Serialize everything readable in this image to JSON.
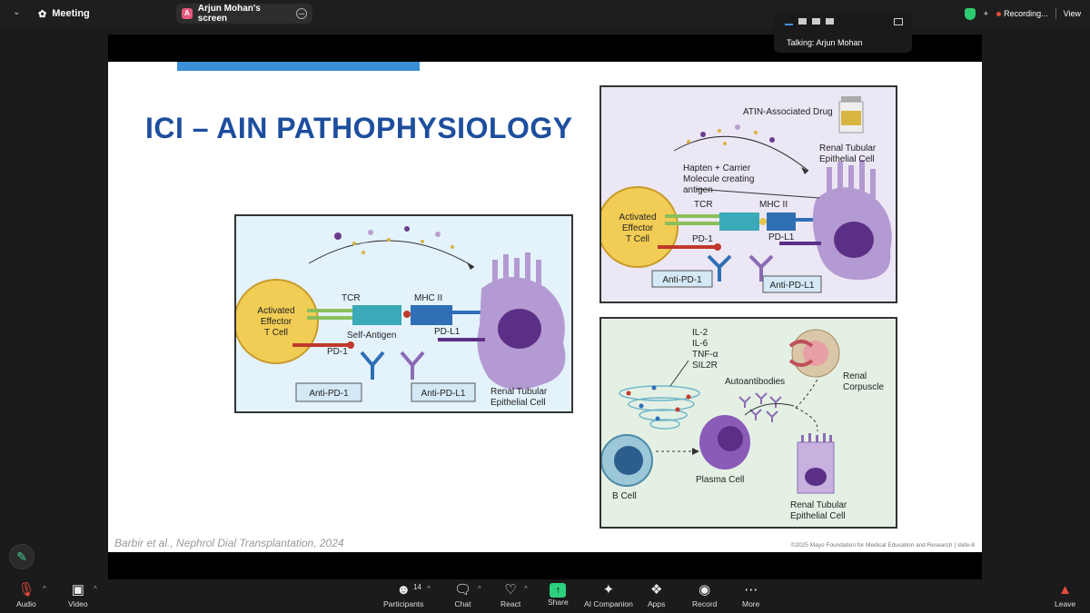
{
  "topbar": {
    "meeting_label": "Meeting",
    "tab_label": "Arjun Mohan's screen",
    "tab_badge": "A",
    "recording_label": "Recording...",
    "view_label": "View"
  },
  "talking": {
    "text": "Talking: Arjun Mohan"
  },
  "slide": {
    "title": "ICI – AIN PATHOPHYSIOLOGY",
    "citation": "Barbir et al., Nephrol Dial Transplantation, 2024",
    "copyright": "©2025 Mayo Foundation for Medical Education and Research  |  slide-8",
    "main_panel": {
      "t_cell": [
        "Activated",
        "Effector",
        "T Cell"
      ],
      "tcr": "TCR",
      "mhc": "MHC II",
      "self_antigen": "Self-Antigen",
      "pd1": "PD-1",
      "pdl1": "PD-L1",
      "anti_pd1": "Anti-PD-1",
      "anti_pdl1": "Anti-PD-L1",
      "renal": [
        "Renal Tubular",
        "Epithelial Cell"
      ]
    },
    "top_panel": {
      "drug": "ATIN-Associated Drug",
      "renal": [
        "Renal Tubular",
        "Epithelial Cell"
      ],
      "hapten": [
        "Hapten + Carrier",
        "Molecule creating",
        "antigen"
      ],
      "tcr": "TCR",
      "mhc": "MHC II",
      "t_cell": [
        "Activated",
        "Effector",
        "T Cell"
      ],
      "pd1": "PD-1",
      "pdl1": "PD-L1",
      "anti_pd1": "Anti-PD-1",
      "anti_pdl1": "Anti-PD-L1"
    },
    "bottom_panel": {
      "cytokines": [
        "IL-2",
        "IL-6",
        "TNF-α",
        "SIL2R"
      ],
      "autoantibodies": "Autoantibodies",
      "renal_corpuscle": [
        "Renal",
        "Corpuscle"
      ],
      "b_cell": "B Cell",
      "plasma_cell": "Plasma Cell",
      "renal": [
        "Renal Tubular",
        "Epithelial Cell"
      ]
    }
  },
  "toolbar": {
    "audio": "Audio",
    "video": "Video",
    "participants": "Participants",
    "participants_count": "14",
    "chat": "Chat",
    "react": "React",
    "share": "Share",
    "ai": "AI Companion",
    "apps": "Apps",
    "record": "Record",
    "more": "More",
    "leave": "Leave"
  },
  "colors": {
    "accent": "#1d4e9e",
    "share_green": "#2bd17e",
    "record_red": "#e74c3c"
  }
}
